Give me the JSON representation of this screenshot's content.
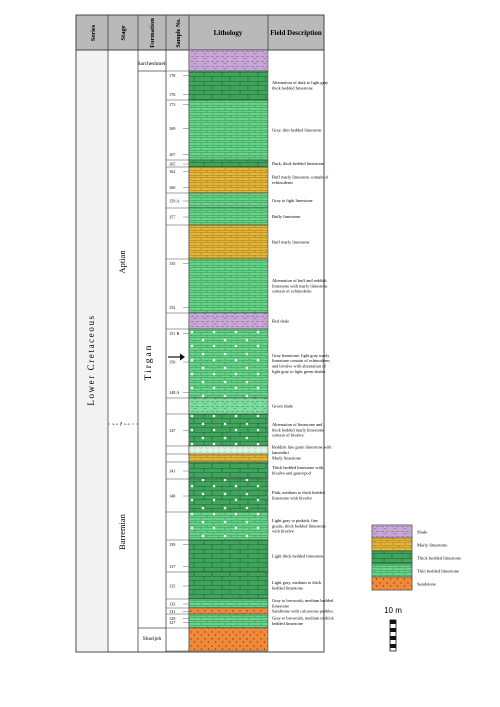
{
  "headers": {
    "series": "Series",
    "stage": "Stage",
    "formation": "Formation",
    "sample": "Sample No.",
    "lithology": "Lithology",
    "description": "Field Description"
  },
  "series_label": "Lower Cretaceous",
  "stages": [
    {
      "name": "Aptian"
    },
    {
      "name": "Barremian"
    }
  ],
  "stage_boundary_mark": "- - ? - -",
  "formations": [
    {
      "name": "Sarcheshmeh"
    },
    {
      "name": "Tirgan"
    },
    {
      "name": "Shurijeh"
    }
  ],
  "lithology_types": [
    "Shale",
    "Marly limestone",
    "Thick bedded limestone",
    "Thin bedded limestone",
    "Sandstone"
  ],
  "units": [
    {
      "lith": "shale",
      "samples": [],
      "desc": ""
    },
    {
      "lith": "thick",
      "samples": [
        "178",
        "176"
      ],
      "desc": "Alternation of dark to light gray thick bedded limestone"
    },
    {
      "lith": "thin",
      "samples": [
        "173",
        "169",
        "167"
      ],
      "desc": "Gray, thin bedded limestone"
    },
    {
      "lith": "thick",
      "samples": [
        "165"
      ],
      "desc": "Dark, thick bedded limestone"
    },
    {
      "lith": "marly",
      "samples": [
        "162",
        "160"
      ],
      "desc": "Buff marly limestone contain of echinoderm"
    },
    {
      "lith": "thin",
      "samples": [
        "159 A"
      ],
      "desc": "Gray to light limestone"
    },
    {
      "lith": "thin",
      "samples": [
        "157"
      ],
      "desc": "Buffy limestone"
    },
    {
      "lith": "marly",
      "samples": [],
      "desc": "Buff marly limestone"
    },
    {
      "lith": "thin",
      "samples": [
        "155",
        "152"
      ],
      "desc": "Alternation of buff and reddish limestone with marly limestone contain of echinoderm"
    },
    {
      "lith": "shale",
      "samples": [],
      "desc": "Red shale"
    },
    {
      "lith": "thin-dots",
      "samples": [
        "151 B",
        "150",
        "148 A"
      ],
      "desc": "Gray limestone, light gray marly limestone contain of echinoderm and bivalve with alternation of light gray to light green shales"
    },
    {
      "lith": "shale-green",
      "samples": [],
      "desc": "Green shale"
    },
    {
      "lith": "thick-dots",
      "samples": [
        "147"
      ],
      "desc": "Alternation of limestone and thick bedded marly limestone contain of bivalve"
    },
    {
      "lith": "dots-band",
      "samples": [],
      "desc": "Reddish fine grain limestone with lamenibri"
    },
    {
      "lith": "marly",
      "samples": [],
      "desc": "Marly limestone"
    },
    {
      "lith": "thick",
      "samples": [
        "141"
      ],
      "desc": "Thick bedded limestone with bivalve and gastropod"
    },
    {
      "lith": "thick-dots",
      "samples": [
        "140"
      ],
      "desc": "Pink, medium to thick bedded limestone with bivalve"
    },
    {
      "lith": "thin-dots",
      "samples": [],
      "desc": "Light gray to pinkish, fine grains, thick bedded limestone with bivalve"
    },
    {
      "lith": "thick",
      "samples": [
        "139",
        "137"
      ],
      "desc": "Light thick bedded limestone"
    },
    {
      "lith": "thick",
      "samples": [
        "135"
      ],
      "desc": "Light gray, medium to thick bedded limestone"
    },
    {
      "lith": "thin",
      "samples": [
        "133"
      ],
      "desc": "Gray to brownish, medium bedded limestone"
    },
    {
      "lith": "sand",
      "samples": [
        "131"
      ],
      "desc": "Sandstone with calcareous pebbles"
    },
    {
      "lith": "thin",
      "samples": [
        "129",
        "127"
      ],
      "desc": "Gray to brownish, medium to thick bedded limestone"
    },
    {
      "lith": "sand",
      "samples": [],
      "desc": ""
    }
  ],
  "legend": [
    {
      "label": "Shale",
      "lith": "shale"
    },
    {
      "label": "Marly limestone",
      "lith": "marly"
    },
    {
      "label": "Thick bedded limestone",
      "lith": "thick"
    },
    {
      "label": "Thin bedded limestone",
      "lith": "thin"
    },
    {
      "label": "Sandstone",
      "lith": "sand"
    }
  ],
  "scale_label": "10 m",
  "colors": {
    "header": "#b9b9b9",
    "shale": "#c8a6d6",
    "marly": "#e3b53a",
    "thick": "#3fa55c",
    "thin": "#67d48a",
    "sand": "#f08a3a",
    "series_col": "#f2f2f2"
  }
}
